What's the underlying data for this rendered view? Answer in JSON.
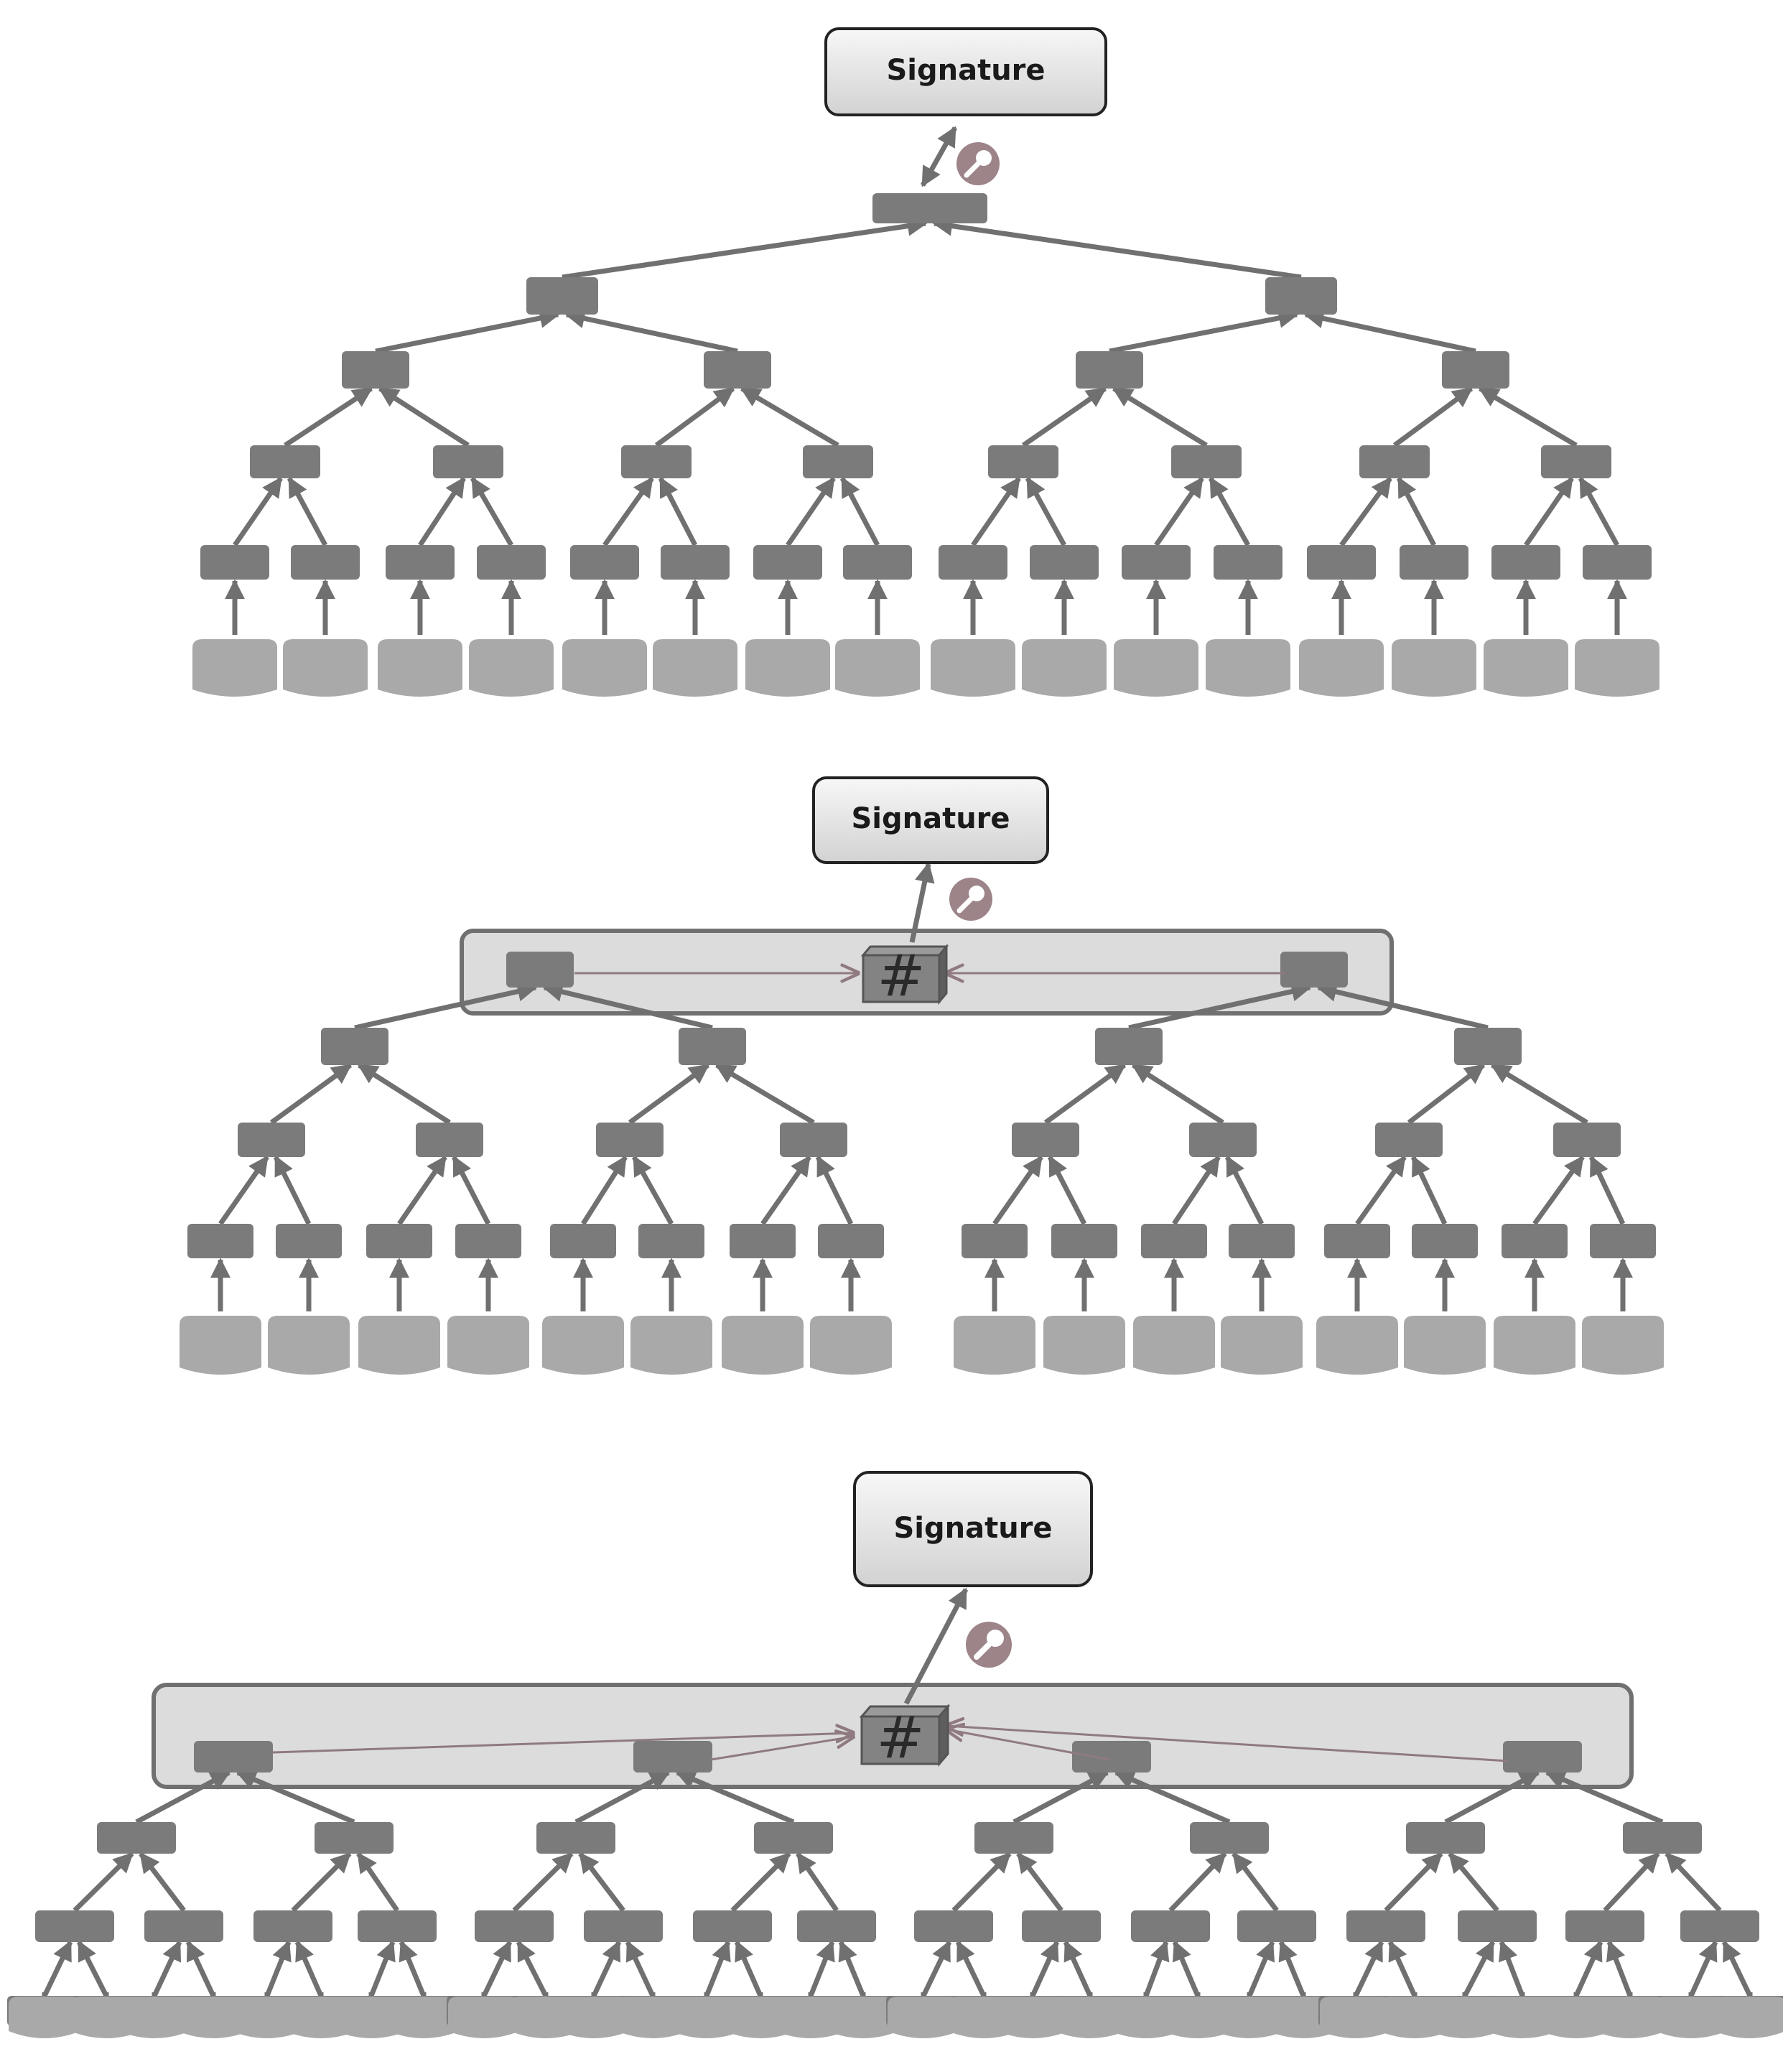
{
  "signature_label": "Signature",
  "hash_symbol": "#",
  "colors": {
    "node": "#7b7b7b",
    "leaf": "#a9a9a9",
    "edge": "#707070",
    "band_fill": "#dcdcdc",
    "band_stroke": "#707070",
    "hash_edge": "#8f7a80",
    "badge": "#9c8488",
    "signature_top": "#f7f7f7",
    "signature_bottom": "#d2d2d2"
  },
  "icons": [
    "key-badge-icon",
    "hash-cube-icon"
  ],
  "panels": [
    {
      "name": "full-hash-tree",
      "leaf_count": 16,
      "aggregated_levels": 0
    },
    {
      "name": "two-subtree-aggregation",
      "leaf_count": 16,
      "aggregated_levels": 1
    },
    {
      "name": "four-subtree-aggregation",
      "leaf_count": 32,
      "aggregated_levels": 2
    }
  ]
}
